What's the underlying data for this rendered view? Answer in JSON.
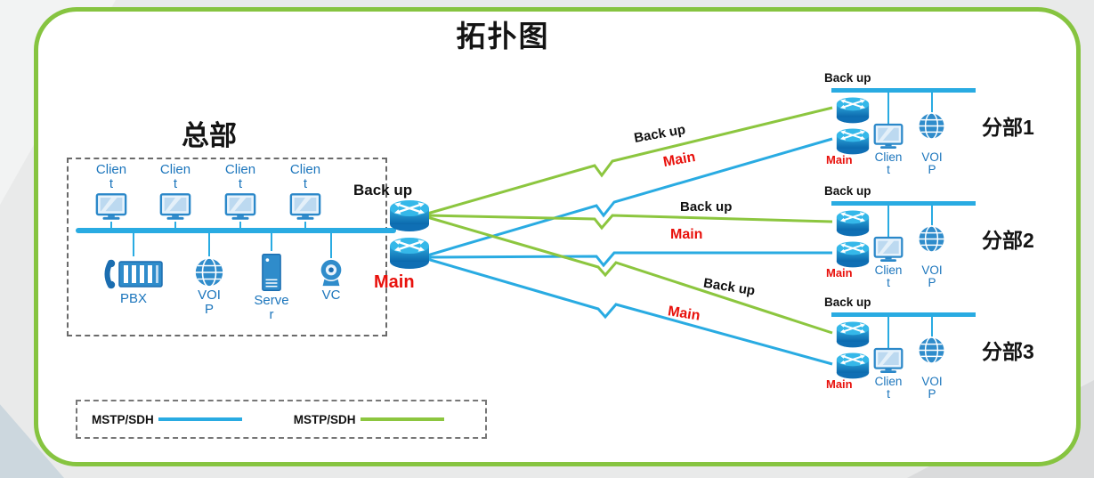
{
  "title": "拓扑图",
  "colors": {
    "main_link": "#29abe2",
    "backup_link": "#8cc63f",
    "main_label": "#e8110c",
    "device_label": "#1b75bc",
    "frame": "#86c440"
  },
  "hq": {
    "label": "总部",
    "backup_router_label": "Back up",
    "main_router_label": "Main",
    "clients": [
      "Clien\nt",
      "Clien\nt",
      "Clien\nt",
      "Clien\nt"
    ],
    "devices": [
      {
        "id": "pbx",
        "label": "PBX"
      },
      {
        "id": "voip",
        "label": "VOI\nP"
      },
      {
        "id": "server",
        "label": "Serve\nr"
      },
      {
        "id": "vc",
        "label": "VC"
      }
    ]
  },
  "branches": [
    {
      "name": "分部1",
      "backup_label": "Back up",
      "main_label": "Main",
      "client_label": "Clien\nt",
      "voip_label": "VOI\nP"
    },
    {
      "name": "分部2",
      "backup_label": "Back up",
      "main_label": "Main",
      "client_label": "Clien\nt",
      "voip_label": "VOI\nP"
    },
    {
      "name": "分部3",
      "backup_label": "Back up",
      "main_label": "Main",
      "client_label": "Clien\nt",
      "voip_label": "VOI\nP"
    }
  ],
  "links": [
    {
      "to": "分部1",
      "type": "backup",
      "label": "Back up"
    },
    {
      "to": "分部1",
      "type": "main",
      "label": "Main"
    },
    {
      "to": "分部2",
      "type": "backup",
      "label": "Back up"
    },
    {
      "to": "分部2",
      "type": "main",
      "label": "Main"
    },
    {
      "to": "分部3",
      "type": "backup",
      "label": "Back up"
    },
    {
      "to": "分部3",
      "type": "main",
      "label": "Main"
    }
  ],
  "legend": {
    "items": [
      {
        "label": "MSTP/SDH",
        "color": "#29abe2"
      },
      {
        "label": "MSTP/SDH",
        "color": "#8cc63f"
      }
    ]
  }
}
